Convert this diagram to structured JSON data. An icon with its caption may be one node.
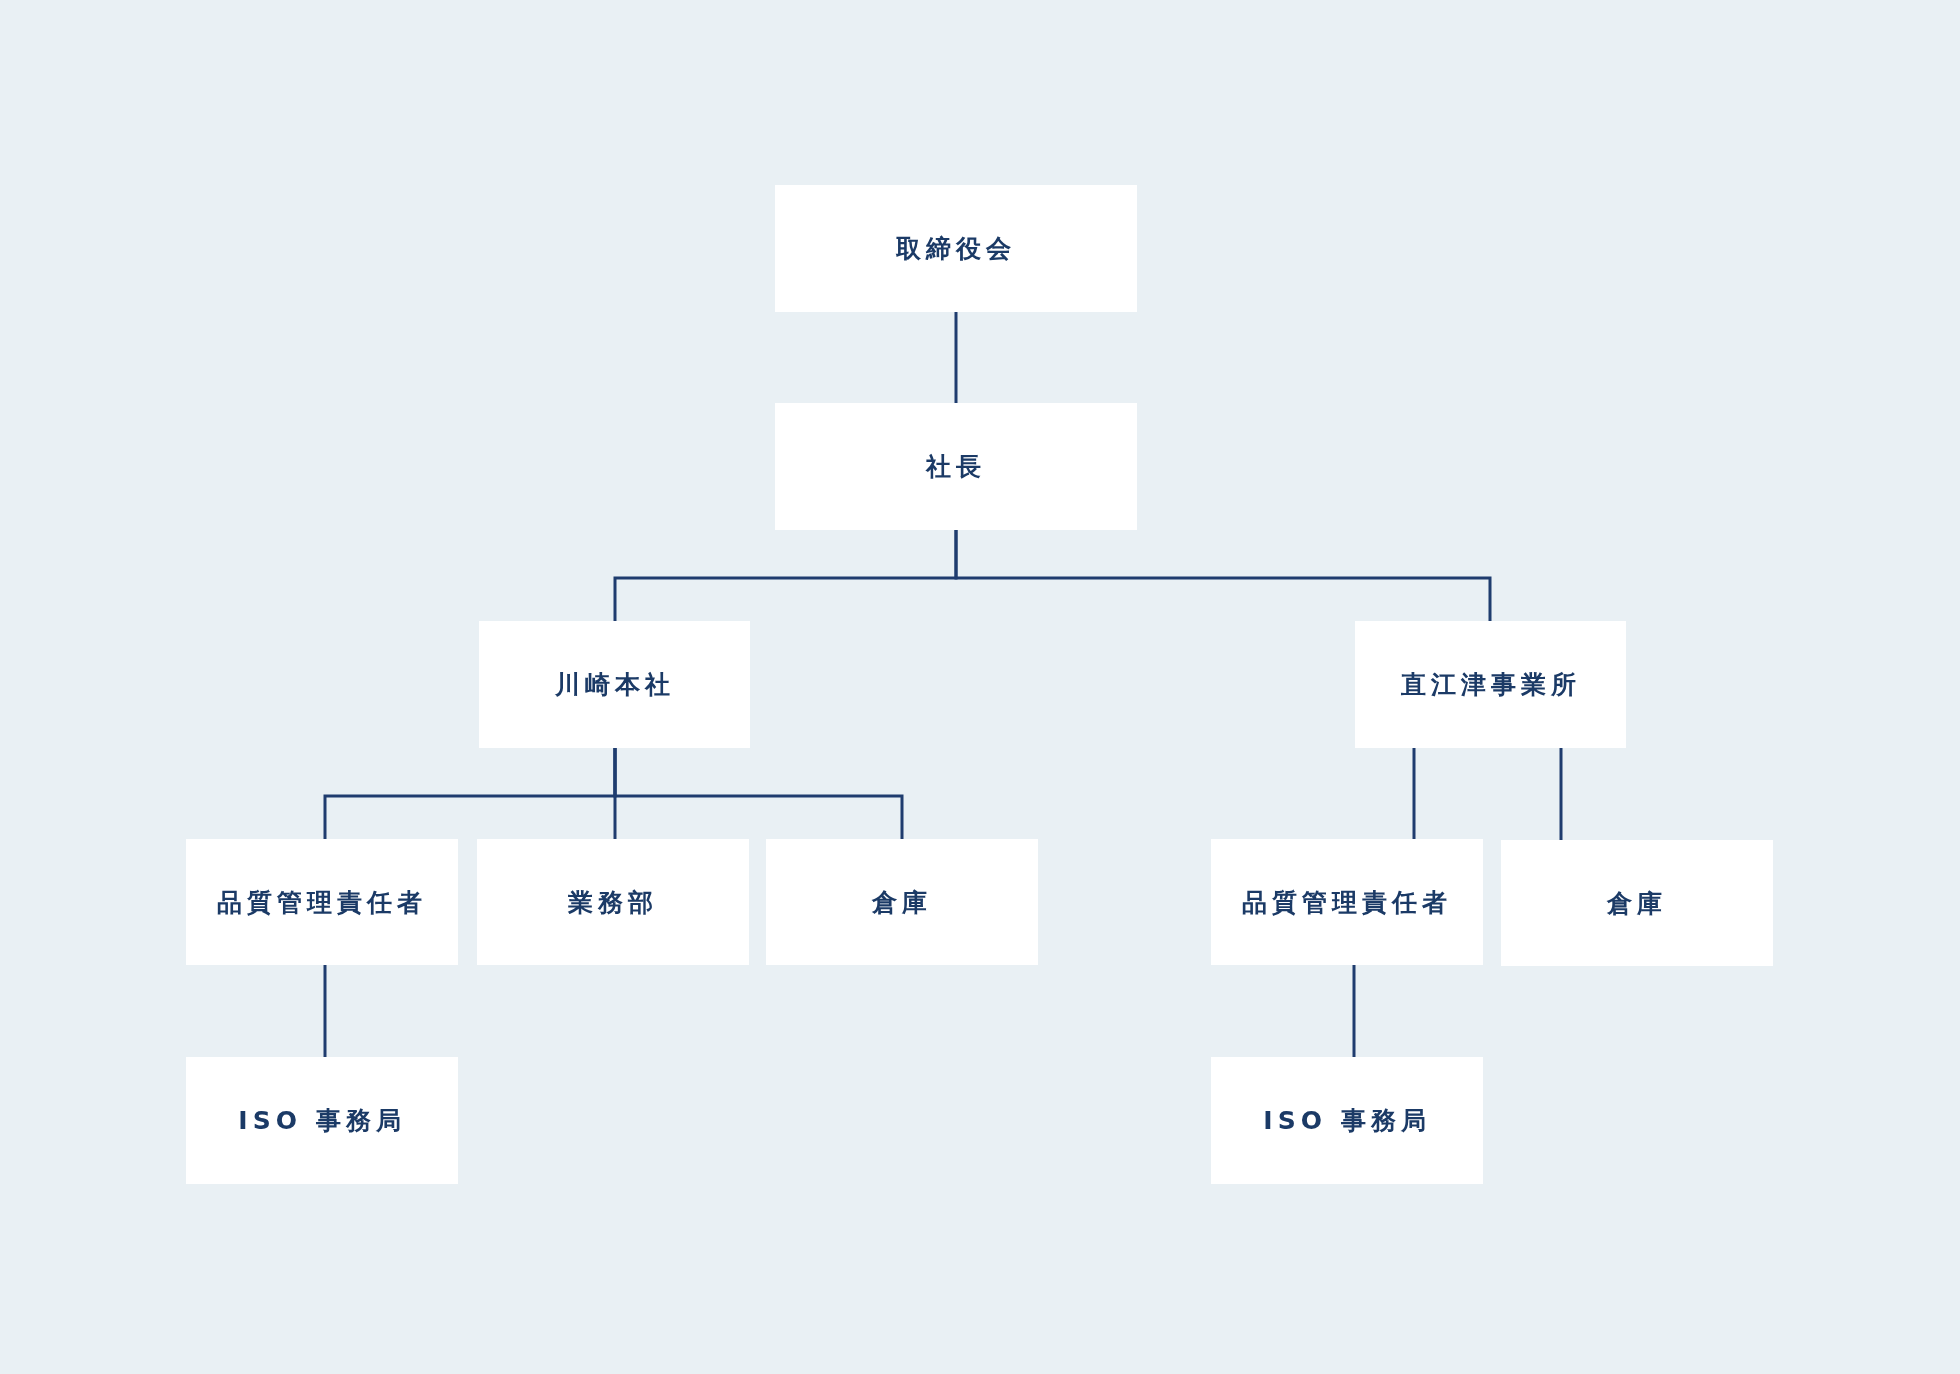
{
  "diagram": {
    "nodes": [
      {
        "text": [
          "取締役会"
        ]
      },
      {
        "text": [
          "社長"
        ]
      },
      {
        "text": [
          "川崎本社"
        ]
      },
      {
        "text": [
          "直江津事業所"
        ]
      },
      {
        "text": [
          "品質管理責任者"
        ]
      },
      {
        "text": [
          "業務部"
        ]
      },
      {
        "text": [
          "倉庫"
        ]
      },
      {
        "text": [
          "品質管理責任者"
        ]
      },
      {
        "text": [
          "倉庫"
        ]
      },
      {
        "text": [
          "ISO 事務局"
        ]
      },
      {
        "text": [
          "ISO 事務局"
        ]
      }
    ],
    "edges": [
      {
        "from": 0,
        "to": 1,
        "arrow": "none"
      },
      {
        "from": 1,
        "to": 2,
        "arrow": "none"
      },
      {
        "from": 1,
        "to": 3,
        "arrow": "none"
      },
      {
        "from": 2,
        "to": 4,
        "arrow": "none"
      },
      {
        "from": 2,
        "to": 5,
        "arrow": "none"
      },
      {
        "from": 2,
        "to": 6,
        "arrow": "none"
      },
      {
        "from": 3,
        "to": 7,
        "arrow": "none"
      },
      {
        "from": 3,
        "to": 8,
        "arrow": "none"
      },
      {
        "from": 4,
        "to": 9,
        "arrow": "none"
      },
      {
        "from": 7,
        "to": 10,
        "arrow": "none"
      }
    ]
  }
}
